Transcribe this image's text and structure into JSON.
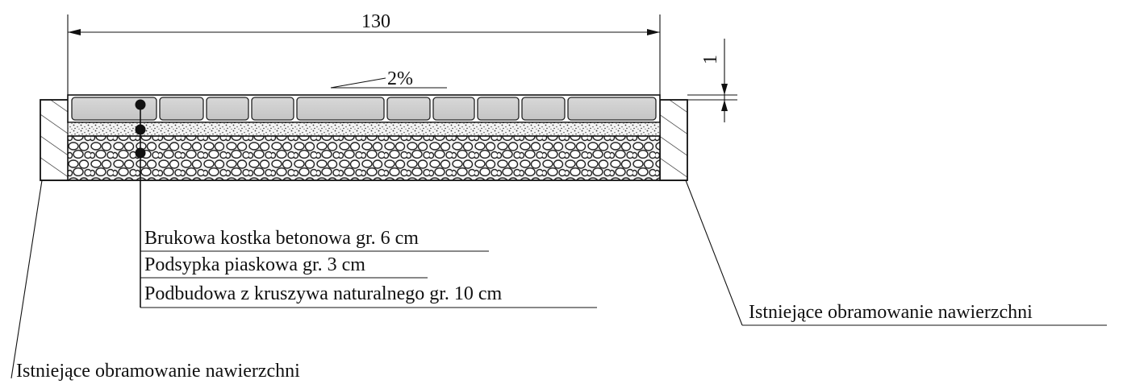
{
  "drawing": {
    "width_dimension": "130",
    "gap_dimension": "1",
    "slope": "2%",
    "layers": [
      "Brukowa kostka betonowa gr. 6 cm",
      "Podsypka piaskowa gr. 3 cm",
      "Podbudowa z kruszywa naturalnego gr. 10 cm"
    ],
    "edging_right": "Istniejące obramowanie nawierzchni",
    "edging_left": "Istniejące obramowanie nawierzchni"
  }
}
